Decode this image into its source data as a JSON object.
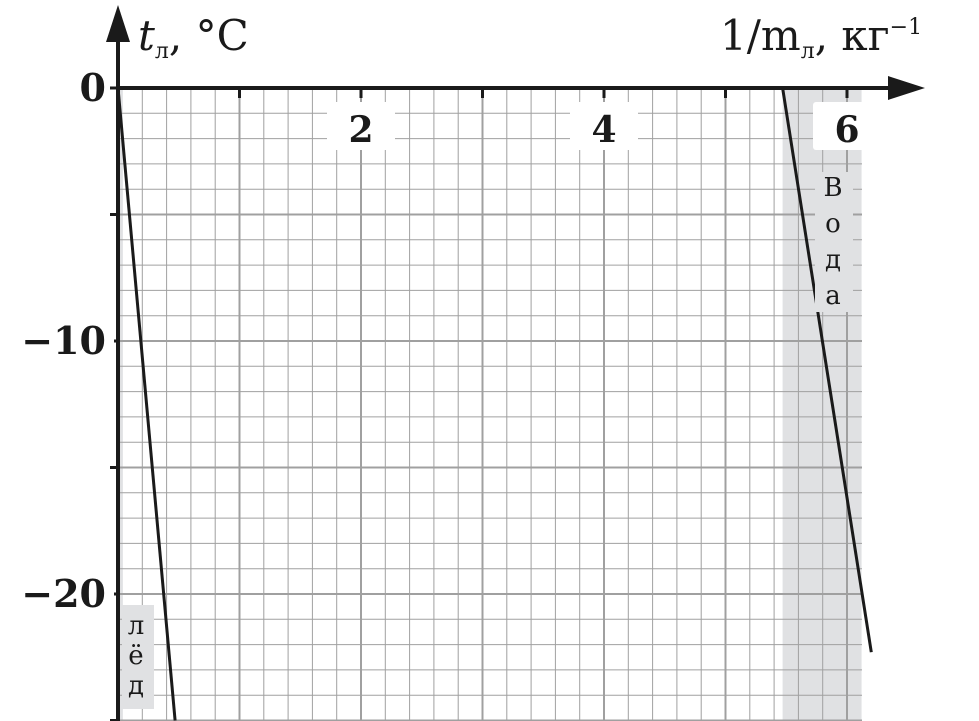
{
  "chart_data": {
    "type": "line",
    "title": "",
    "x_axis": {
      "label_parts": {
        "main": "1/m",
        "subscript": "л",
        "unit": ", кг",
        "superscript": "−1"
      },
      "range": [
        0,
        6.6
      ],
      "ticks": [
        2,
        4,
        6
      ],
      "tick_labels": [
        "2",
        "4",
        "6"
      ],
      "major_step": 1,
      "minor_step": 0.2
    },
    "y_axis": {
      "label_parts": {
        "main": "t",
        "subscript": "л",
        "unit": ", °С"
      },
      "range": [
        -25,
        0
      ],
      "ticks": [
        0,
        -10,
        -20
      ],
      "tick_labels": [
        "0",
        "−10",
        "−20"
      ],
      "major_step": 5,
      "minor_step": 1
    },
    "grid": true,
    "regions": [
      {
        "name": "ice",
        "letters": [
          "л",
          "ё",
          "д"
        ],
        "x_range": [
          0,
          0.04
        ],
        "fill": "#e0e1e3"
      },
      {
        "name": "water",
        "letters": [
          "В",
          "о",
          "д",
          "а"
        ],
        "x_range": [
          5.47,
          6.12
        ],
        "fill": "#e0e1e3"
      }
    ],
    "series": [
      {
        "points": [
          [
            0,
            0
          ],
          [
            0.47,
            -25
          ]
        ]
      },
      {
        "points": [
          [
            5.47,
            0
          ],
          [
            6.2,
            -22.3
          ]
        ]
      }
    ],
    "colors": {
      "axis": "#1a1a1a",
      "grid": "#a0a0a0",
      "line": "#1a1a1a",
      "region": "#e0e1e3"
    }
  }
}
